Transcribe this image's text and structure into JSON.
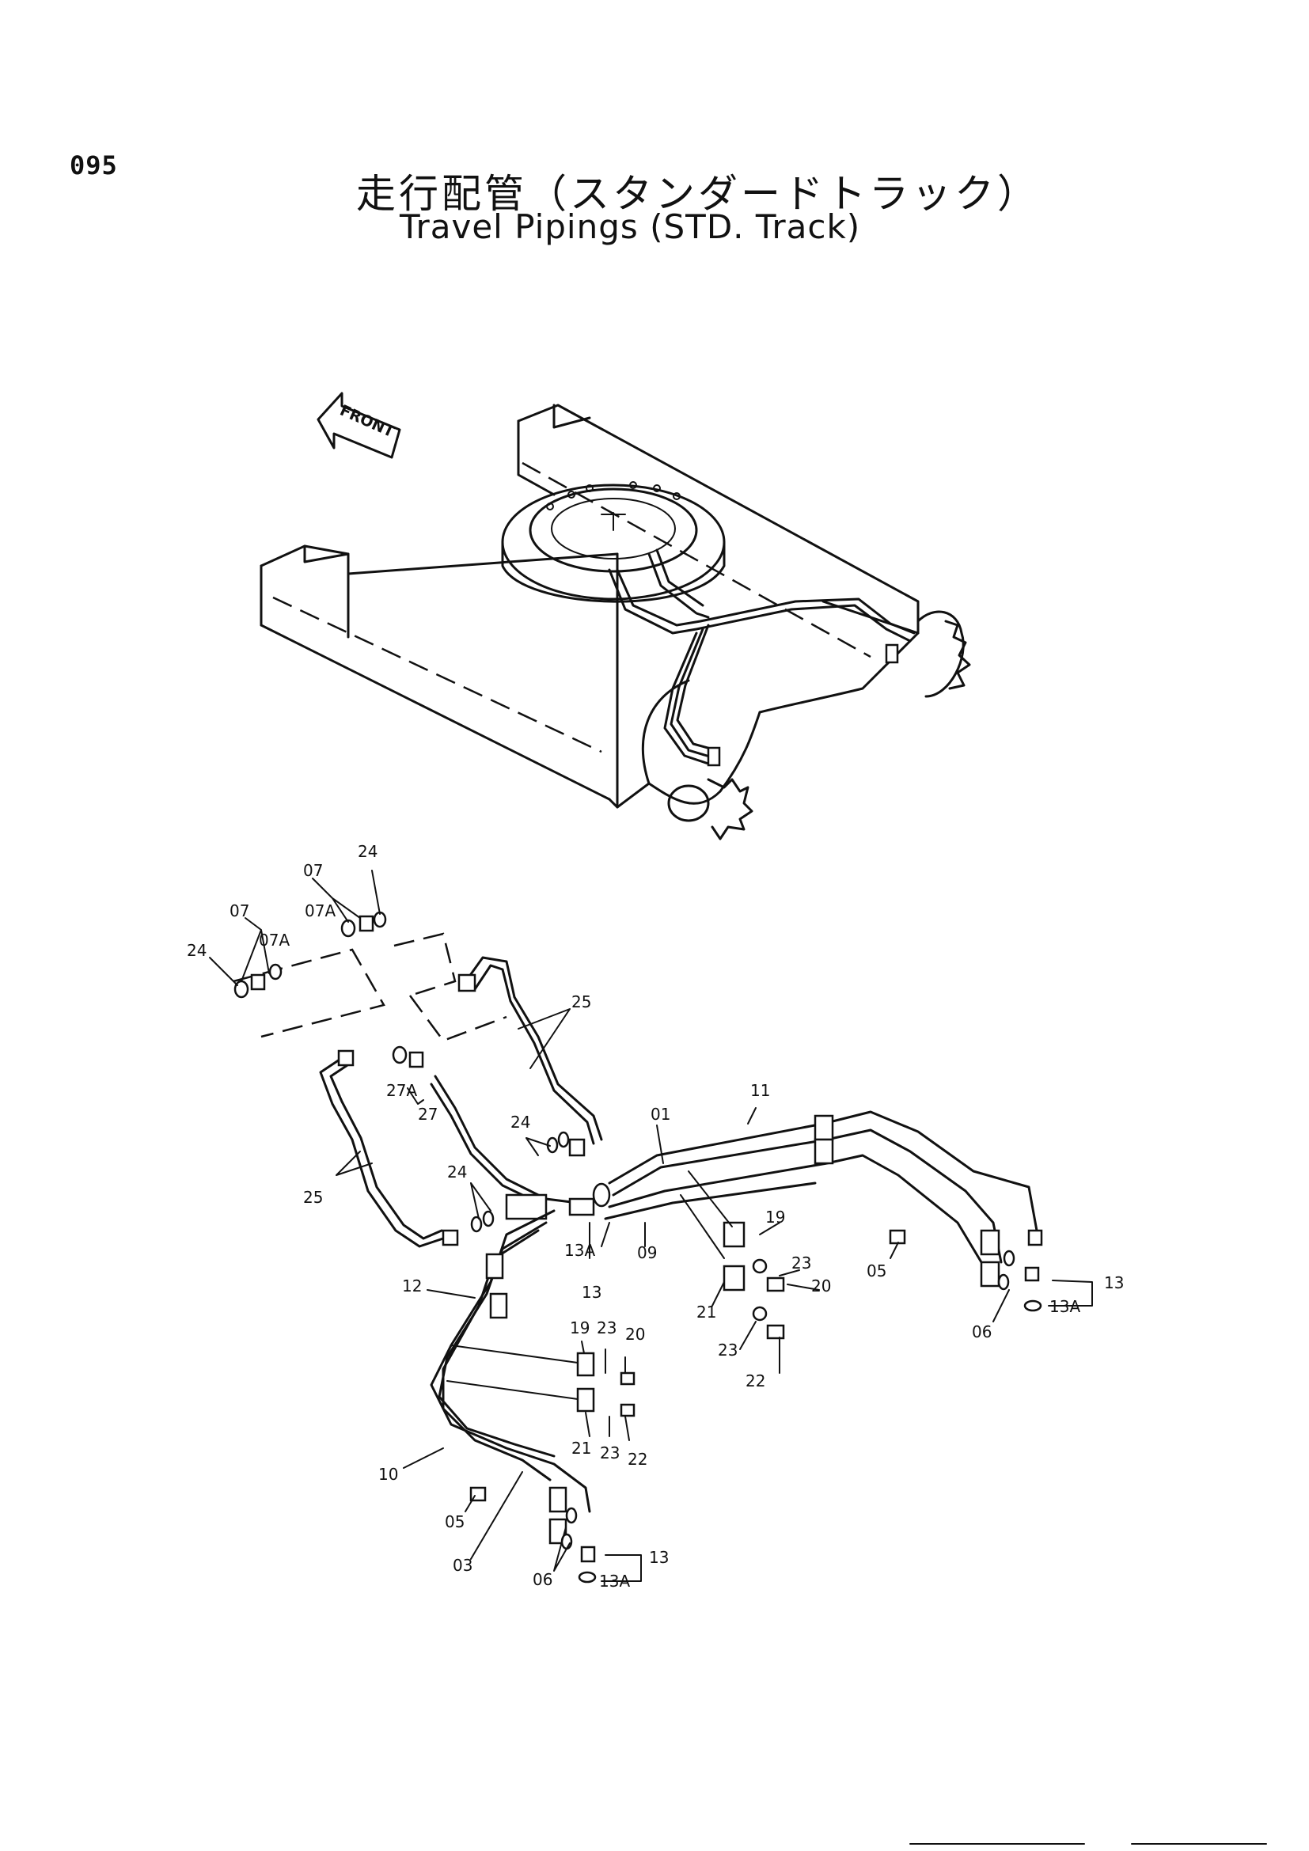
{
  "page_number": "095",
  "title_jp": "走行配管（スタンダードトラック）",
  "title_en": "Travel Pipings (STD. Track)",
  "front_label": "FRONT",
  "callouts": [
    {
      "id": "c-24-top",
      "text": "24"
    },
    {
      "id": "c-07-top",
      "text": "07"
    },
    {
      "id": "c-07a-top",
      "text": "07A"
    },
    {
      "id": "c-07-left",
      "text": "07"
    },
    {
      "id": "c-07a-left",
      "text": "07A"
    },
    {
      "id": "c-24-left",
      "text": "24"
    },
    {
      "id": "c-25-right",
      "text": "25"
    },
    {
      "id": "c-27a",
      "text": "27A"
    },
    {
      "id": "c-27",
      "text": "27"
    },
    {
      "id": "c-25-left",
      "text": "25"
    },
    {
      "id": "c-24-mid",
      "text": "24"
    },
    {
      "id": "c-24-low",
      "text": "24"
    },
    {
      "id": "c-01",
      "text": "01"
    },
    {
      "id": "c-11",
      "text": "11"
    },
    {
      "id": "c-13a-mid",
      "text": "13A"
    },
    {
      "id": "c-13-mid",
      "text": "13"
    },
    {
      "id": "c-09",
      "text": "09"
    },
    {
      "id": "c-19-right",
      "text": "19"
    },
    {
      "id": "c-23-right-a",
      "text": "23"
    },
    {
      "id": "c-20-right",
      "text": "20"
    },
    {
      "id": "c-21-right",
      "text": "21"
    },
    {
      "id": "c-23-right-b",
      "text": "23"
    },
    {
      "id": "c-22-right",
      "text": "22"
    },
    {
      "id": "c-05-right",
      "text": "05"
    },
    {
      "id": "c-06-right",
      "text": "06"
    },
    {
      "id": "c-13-right",
      "text": "13"
    },
    {
      "id": "c-13a-right",
      "text": "13A"
    },
    {
      "id": "c-12",
      "text": "12"
    },
    {
      "id": "c-19-mid",
      "text": "19"
    },
    {
      "id": "c-23-mid-a",
      "text": "23"
    },
    {
      "id": "c-20-mid",
      "text": "20"
    },
    {
      "id": "c-21-mid",
      "text": "21"
    },
    {
      "id": "c-23-mid-b",
      "text": "23"
    },
    {
      "id": "c-22-mid",
      "text": "22"
    },
    {
      "id": "c-10",
      "text": "10"
    },
    {
      "id": "c-05-left",
      "text": "05"
    },
    {
      "id": "c-03",
      "text": "03"
    },
    {
      "id": "c-06-left",
      "text": "06"
    },
    {
      "id": "c-13-bottom",
      "text": "13"
    },
    {
      "id": "c-13a-bottom",
      "text": "13A"
    }
  ]
}
